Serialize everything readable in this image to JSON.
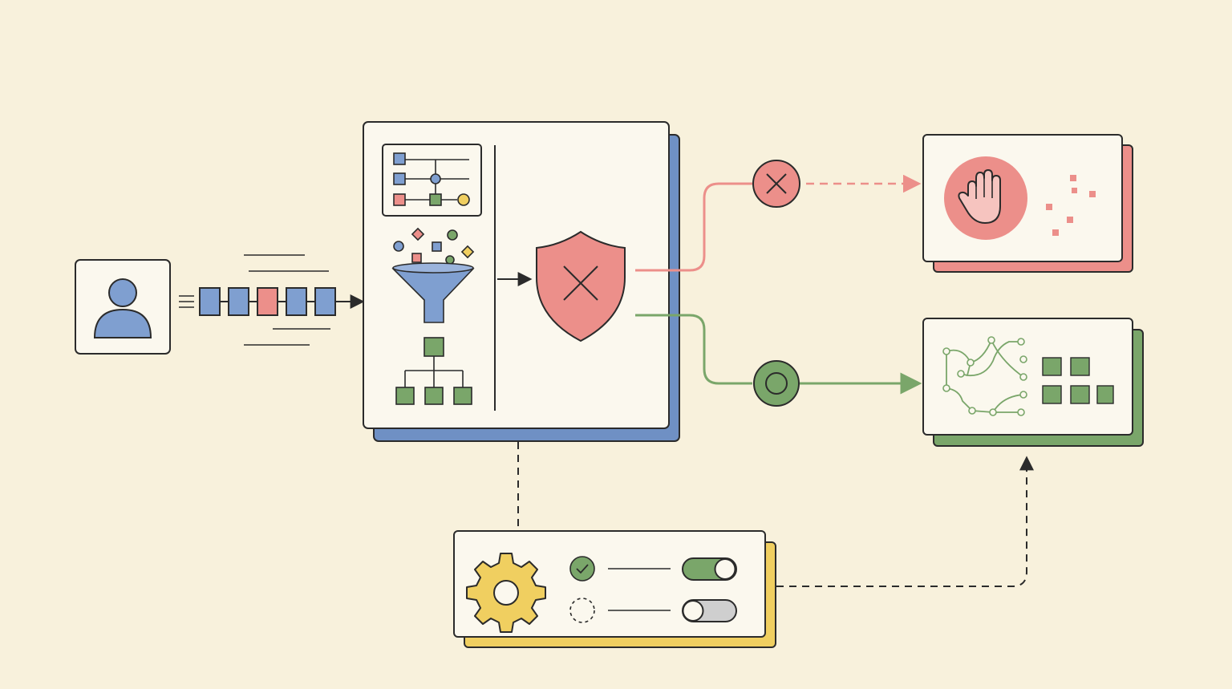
{
  "colors": {
    "background": "#f8f1dc",
    "card": "#fbf8ee",
    "ink": "#2b2b2b",
    "blue": "#7f9fd0",
    "blue_dark": "#6f90c4",
    "red": "#ec8f8a",
    "red_light": "#f2b0ab",
    "green": "#7aa66a",
    "yellow": "#f0cf60",
    "toggle_off": "#cfcfcf"
  },
  "nodes": {
    "user": {
      "icon": "person-icon"
    },
    "request_stream": {
      "icon": "token-blocks-icon"
    },
    "processor": {
      "icons": [
        "schema-tree-icon",
        "filter-funnel-icon",
        "hierarchy-icon",
        "arrow-right-icon",
        "shield-x-icon"
      ]
    },
    "reject_gate": {
      "icon": "x-circle-icon"
    },
    "accept_gate": {
      "icon": "ring-circle-icon"
    },
    "blocked_output": {
      "icon": "stop-hand-icon"
    },
    "allowed_output": {
      "icons": [
        "network-graph-icon",
        "grid-blocks-icon"
      ]
    },
    "config_panel": {
      "icon": "gear-icon",
      "rows": [
        {
          "state": "on",
          "indicator": "check-circle-icon"
        },
        {
          "state": "off",
          "indicator": "dashed-circle-icon"
        }
      ]
    }
  },
  "edges": [
    {
      "from": "user",
      "to": "processor",
      "style": "solid"
    },
    {
      "from": "processor",
      "to": "blocked_output",
      "style": "red-solid-then-dashed"
    },
    {
      "from": "processor",
      "to": "allowed_output",
      "style": "green-solid"
    },
    {
      "from": "processor",
      "to": "config_panel",
      "style": "dashed"
    },
    {
      "from": "config_panel",
      "to": "allowed_output",
      "style": "dashed"
    }
  ]
}
